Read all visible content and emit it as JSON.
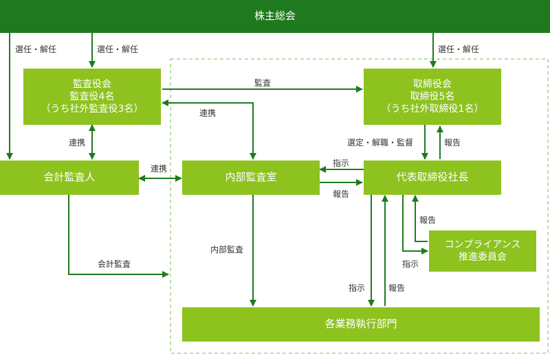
{
  "colors": {
    "top_bar": "#1f7a1f",
    "box": "#8dc21f",
    "line": "#1f7a1f",
    "dashed_border": "#a6d38c",
    "text_on_box": "#ffffff",
    "label_text": "#333333"
  },
  "nodes": {
    "shareholders_meeting": "株主総会",
    "audit_board": {
      "line1": "監査役会",
      "line2": "監査役4名",
      "line3": "（うち社外監査役3名）"
    },
    "board_of_directors": {
      "line1": "取締役会",
      "line2": "取締役5名",
      "line3": "（うち社外取締役1名）"
    },
    "accounting_auditor": "会計監査人",
    "internal_audit_office": "内部監査室",
    "representative_director": "代表取締役社長",
    "compliance_committee": {
      "line1": "コンプライアンス",
      "line2": "推進委員会"
    },
    "business_departments": "各業務執行部門"
  },
  "edge_labels": {
    "elect_left": "選任・解任",
    "elect_mid": "選任・解任",
    "elect_right": "選任・解任",
    "audit": "監査",
    "coop_audit_internal": "連携",
    "coop_audit_accounting": "連携",
    "coop_accounting_internal": "連携",
    "appoint_supervise": "選定・解職・監督",
    "report_rep_to_board": "報告",
    "instruct_rep_to_internal": "指示",
    "report_internal_to_rep": "報告",
    "report_compliance": "報告",
    "instruct_compliance": "指示",
    "internal_audit": "内部監査",
    "accounting_audit": "会計監査",
    "instruct_departments": "指示",
    "report_departments": "報告"
  }
}
